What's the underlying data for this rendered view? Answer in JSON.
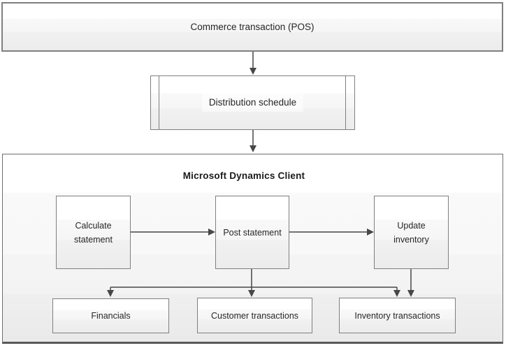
{
  "diagram": {
    "container_title": "Microsoft Dynamics Client",
    "nodes": {
      "commerce": {
        "label": "Commerce transaction (POS)",
        "shape": "process-wide"
      },
      "distribution": {
        "label": "Distribution schedule",
        "shape": "predefined-process"
      },
      "calculate": {
        "label": "Calculate statement",
        "shape": "process"
      },
      "post": {
        "label": "Post statement",
        "shape": "process"
      },
      "update": {
        "label": "Update inventory",
        "shape": "process"
      },
      "financials": {
        "label": "Financials",
        "shape": "process"
      },
      "customer": {
        "label": "Customer transactions",
        "shape": "process"
      },
      "inventory": {
        "label": "Inventory transactions",
        "shape": "process"
      }
    },
    "edges": [
      "commerce -> distribution",
      "distribution -> dynamics-container",
      "calculate -> post",
      "post -> update",
      "post -> financials",
      "post -> customer",
      "post -> inventory",
      "update -> inventory"
    ],
    "colors": {
      "box_border": "#7f7f7f",
      "container_border": "#6e6e6e",
      "arrow": "#474747",
      "text": "#262626",
      "box_fill_top": "#ffffff",
      "box_fill_bottom": "#ececec"
    }
  }
}
